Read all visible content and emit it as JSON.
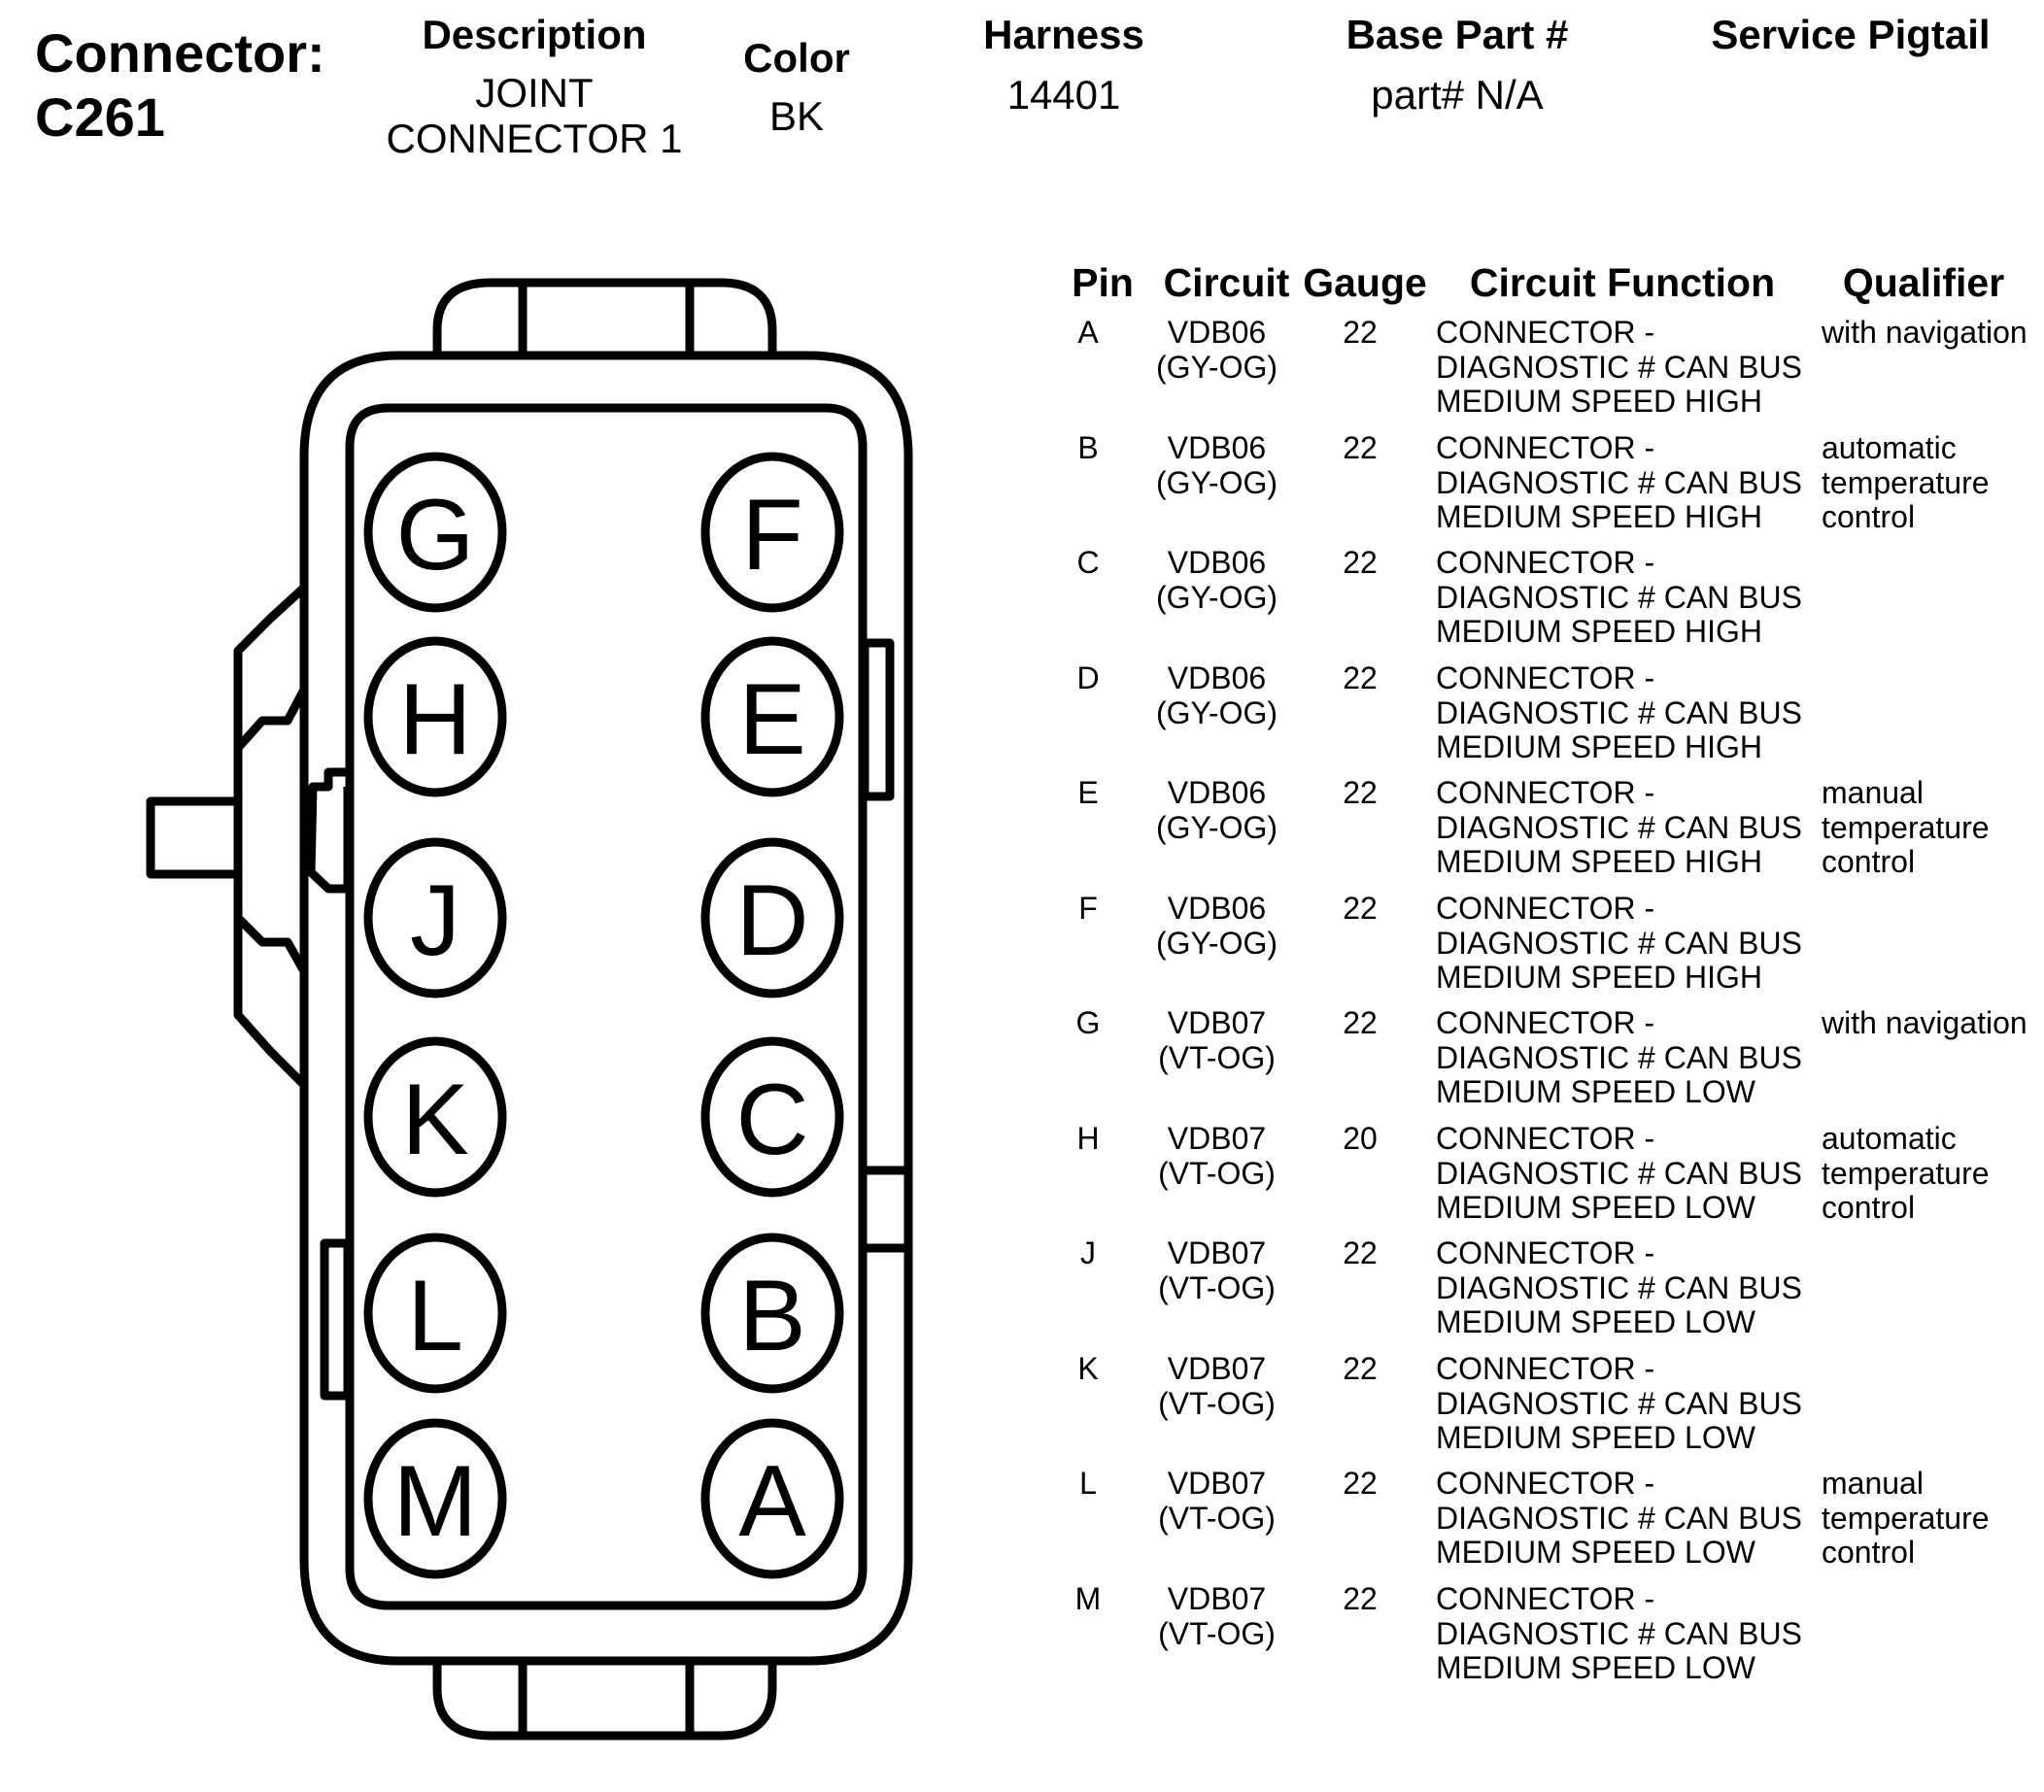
{
  "header": {
    "connector_label": "Connector:",
    "connector_id": "C261",
    "description_label": "Description",
    "description_line1": "JOINT",
    "description_line2": "CONNECTOR 1",
    "color_label": "Color",
    "color_value": "BK",
    "harness_label": "Harness",
    "harness_value": "14401",
    "base_part_label": "Base Part #",
    "base_part_value": "part# N/A",
    "service_pigtail_label": "Service Pigtail"
  },
  "table": {
    "columns": [
      "Pin",
      "Circuit",
      "Gauge",
      "Circuit Function",
      "Qualifier"
    ],
    "rows": [
      {
        "pin": "A",
        "circuit": [
          "VDB06",
          "(GY-OG)"
        ],
        "gauge": "22",
        "function": [
          "CONNECTOR -",
          "DIAGNOSTIC # CAN BUS",
          "MEDIUM SPEED HIGH"
        ],
        "qualifier": [
          "with navigation"
        ]
      },
      {
        "pin": "B",
        "circuit": [
          "VDB06",
          "(GY-OG)"
        ],
        "gauge": "22",
        "function": [
          "CONNECTOR -",
          "DIAGNOSTIC # CAN BUS",
          "MEDIUM SPEED HIGH"
        ],
        "qualifier": [
          "automatic",
          "temperature",
          "control"
        ]
      },
      {
        "pin": "C",
        "circuit": [
          "VDB06",
          "(GY-OG)"
        ],
        "gauge": "22",
        "function": [
          "CONNECTOR -",
          "DIAGNOSTIC # CAN BUS",
          "MEDIUM SPEED HIGH"
        ],
        "qualifier": []
      },
      {
        "pin": "D",
        "circuit": [
          "VDB06",
          "(GY-OG)"
        ],
        "gauge": "22",
        "function": [
          "CONNECTOR -",
          "DIAGNOSTIC # CAN BUS",
          "MEDIUM SPEED HIGH"
        ],
        "qualifier": []
      },
      {
        "pin": "E",
        "circuit": [
          "VDB06",
          "(GY-OG)"
        ],
        "gauge": "22",
        "function": [
          "CONNECTOR -",
          "DIAGNOSTIC # CAN BUS",
          "MEDIUM SPEED HIGH"
        ],
        "qualifier": [
          "manual",
          "temperature",
          "control"
        ]
      },
      {
        "pin": "F",
        "circuit": [
          "VDB06",
          "(GY-OG)"
        ],
        "gauge": "22",
        "function": [
          "CONNECTOR -",
          "DIAGNOSTIC # CAN BUS",
          "MEDIUM SPEED HIGH"
        ],
        "qualifier": []
      },
      {
        "pin": "G",
        "circuit": [
          "VDB07",
          "(VT-OG)"
        ],
        "gauge": "22",
        "function": [
          "CONNECTOR -",
          "DIAGNOSTIC # CAN BUS",
          "MEDIUM SPEED LOW"
        ],
        "qualifier": [
          "with navigation"
        ]
      },
      {
        "pin": "H",
        "circuit": [
          "VDB07",
          "(VT-OG)"
        ],
        "gauge": "20",
        "function": [
          "CONNECTOR -",
          "DIAGNOSTIC # CAN BUS",
          "MEDIUM SPEED LOW"
        ],
        "qualifier": [
          "automatic",
          "temperature",
          "control"
        ]
      },
      {
        "pin": "J",
        "circuit": [
          "VDB07",
          "(VT-OG)"
        ],
        "gauge": "22",
        "function": [
          "CONNECTOR -",
          "DIAGNOSTIC # CAN BUS",
          "MEDIUM SPEED LOW"
        ],
        "qualifier": []
      },
      {
        "pin": "K",
        "circuit": [
          "VDB07",
          "(VT-OG)"
        ],
        "gauge": "22",
        "function": [
          "CONNECTOR -",
          "DIAGNOSTIC # CAN BUS",
          "MEDIUM SPEED LOW"
        ],
        "qualifier": []
      },
      {
        "pin": "L",
        "circuit": [
          "VDB07",
          "(VT-OG)"
        ],
        "gauge": "22",
        "function": [
          "CONNECTOR -",
          "DIAGNOSTIC # CAN BUS",
          "MEDIUM SPEED LOW"
        ],
        "qualifier": [
          "manual",
          "temperature",
          "control"
        ]
      },
      {
        "pin": "M",
        "circuit": [
          "VDB07",
          "(VT-OG)"
        ],
        "gauge": "22",
        "function": [
          "CONNECTOR -",
          "DIAGNOSTIC # CAN BUS",
          "MEDIUM SPEED LOW"
        ],
        "qualifier": []
      }
    ]
  },
  "diagram": {
    "pins_left": [
      "G",
      "H",
      "J",
      "K",
      "L",
      "M"
    ],
    "pins_right": [
      "F",
      "E",
      "D",
      "C",
      "B",
      "A"
    ]
  }
}
